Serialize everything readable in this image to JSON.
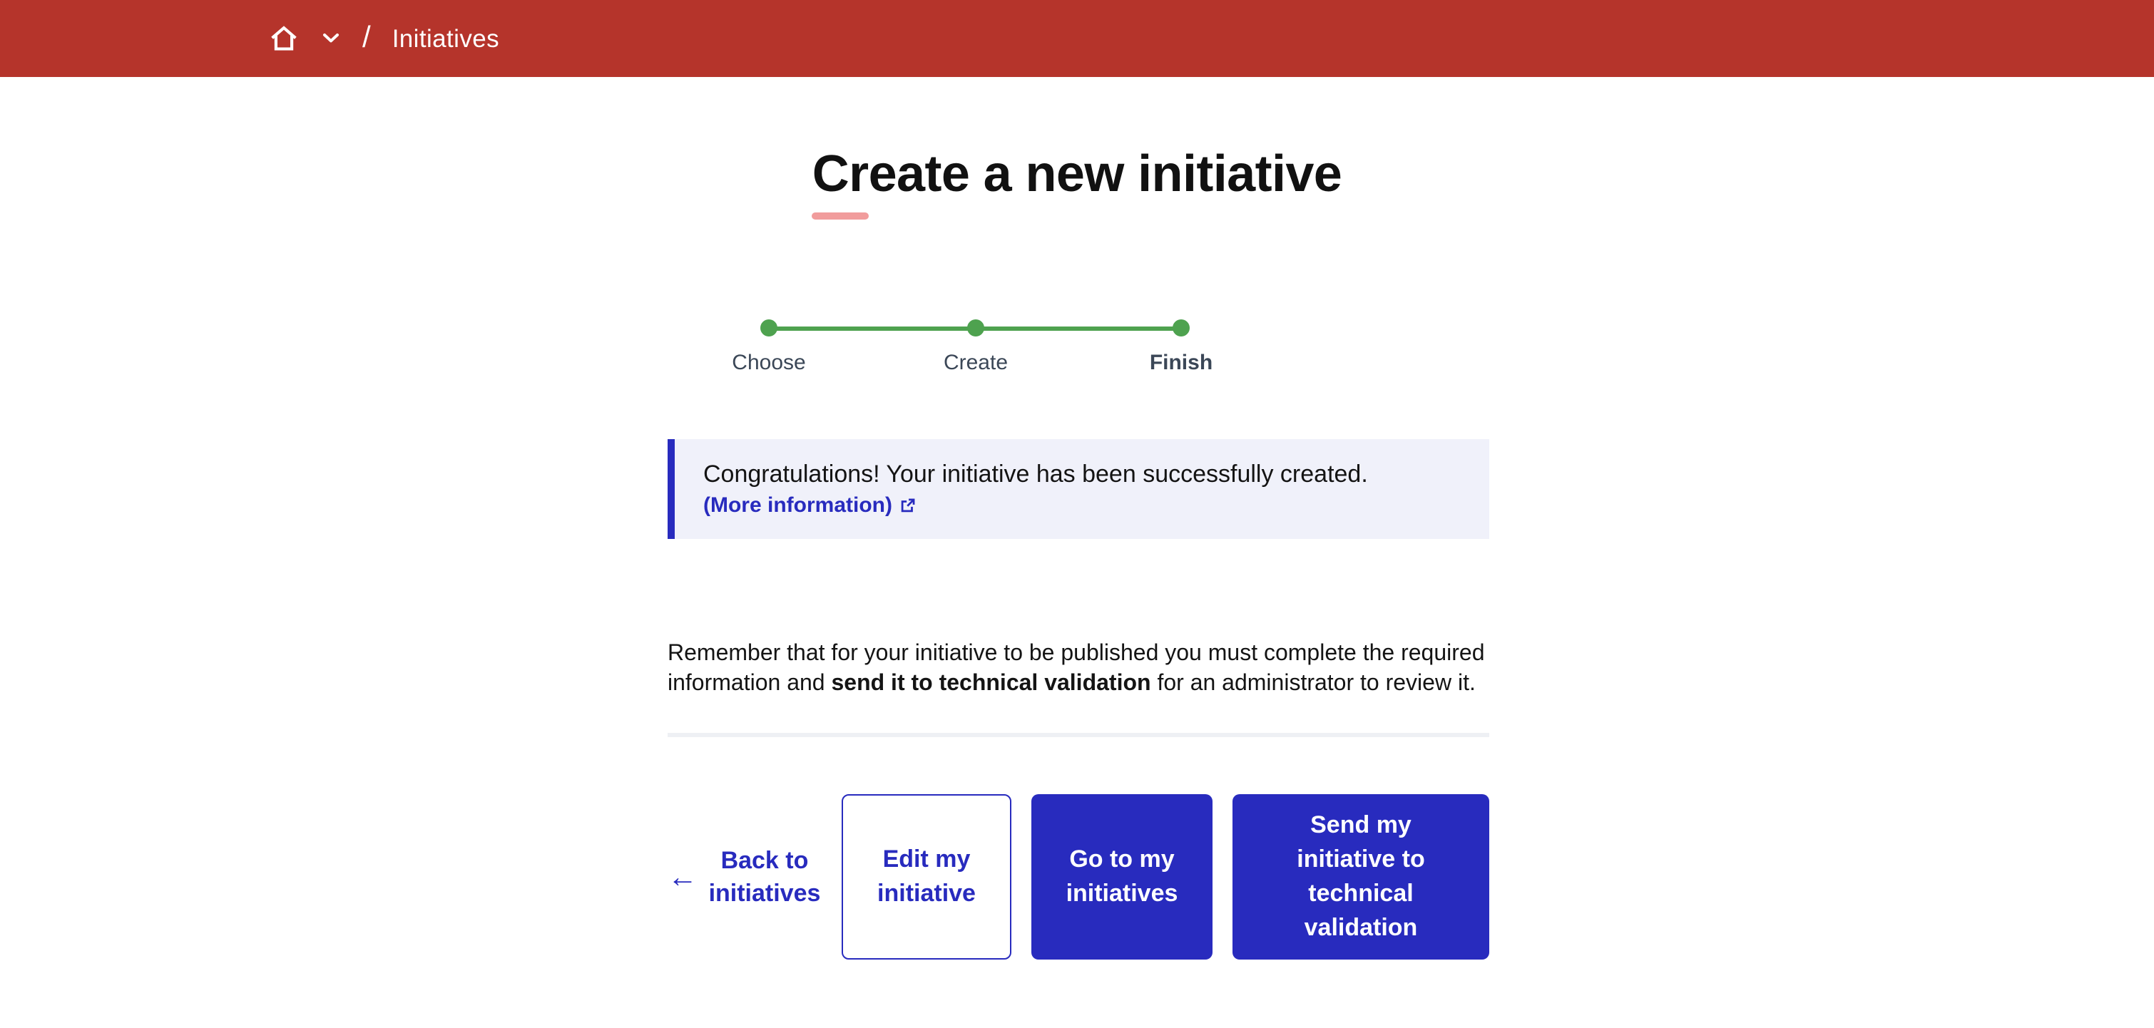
{
  "colors": {
    "header_red": "#b5342b",
    "primary_blue": "#282bbe",
    "success_green": "#4ea24f",
    "title_underline_pink": "#f19c9c",
    "alert_background": "#f0f1fa",
    "step_label": "#3b4757"
  },
  "icons": {
    "header_home": "home-icon",
    "header_dropdown": "chevron-down-icon",
    "alert_link": "external-link-icon",
    "back": "arrow-left-icon"
  },
  "header": {
    "breadcrumb_separator": "/",
    "breadcrumb_current": "Initiatives"
  },
  "main": {
    "title": "Create a new initiative"
  },
  "stepper": {
    "steps": [
      {
        "label": "Choose",
        "state": "done"
      },
      {
        "label": "Create",
        "state": "done"
      },
      {
        "label": "Finish",
        "state": "current"
      }
    ]
  },
  "alert": {
    "message": "Congratulations! Your initiative has been successfully created.",
    "link_label": "(More information)"
  },
  "reminder": {
    "line1": "Remember that for your initiative to be published you must complete the required",
    "line2_pre": "information and ",
    "line2_bold": "send it to technical validation",
    "line2_post": " for an administrator to review it."
  },
  "actions": {
    "back": {
      "arrow": "←",
      "lines": [
        "Back to",
        "initiatives"
      ]
    },
    "edit": {
      "lines": [
        "Edit my",
        "initiative"
      ]
    },
    "go": {
      "lines": [
        "Go to my",
        "initiatives"
      ]
    },
    "send": {
      "lines": [
        "Send my",
        "initiative to",
        "technical",
        "validation"
      ]
    }
  }
}
